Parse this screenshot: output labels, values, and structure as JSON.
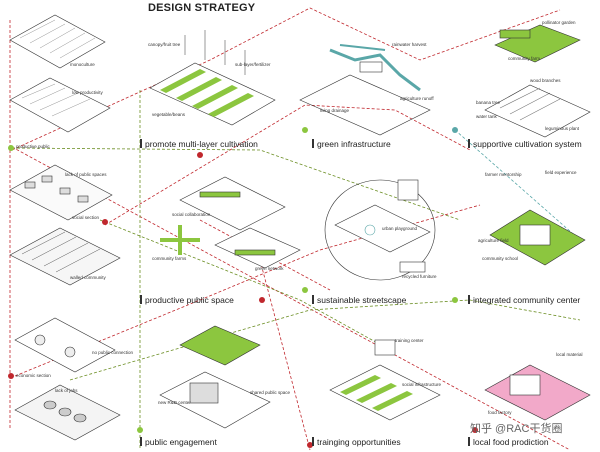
{
  "title": "DESIGN STRATEGY",
  "left_column": [
    {
      "id": "monoculture",
      "label": "monoculture"
    },
    {
      "id": "low-productivity",
      "label": "low productivity"
    },
    {
      "id": "productive-public",
      "label": "productive public"
    },
    {
      "id": "lack-of-public-spaces",
      "label": "lack of public spaces"
    },
    {
      "id": "social-section",
      "label": "social section"
    },
    {
      "id": "walled-community",
      "label": "walled community"
    },
    {
      "id": "no-public-connection",
      "label": "no public connection"
    },
    {
      "id": "economic-section",
      "label": "economic section"
    },
    {
      "id": "lack-of-jobs",
      "label": "lack of jobs"
    }
  ],
  "sections": [
    {
      "id": "promote-multi-layer-cultivation",
      "label": "promote multi-layer cultivation"
    },
    {
      "id": "green-infrastructure",
      "label": "green infrastructure"
    },
    {
      "id": "supportive-cultivation-system",
      "label": "supportive cultivation system"
    },
    {
      "id": "productive-public-space",
      "label": "productive public space"
    },
    {
      "id": "sustainable-streetscape",
      "label": "sustainable streetscape"
    },
    {
      "id": "integrated-community-center",
      "label": "integrated community center"
    },
    {
      "id": "public-engagement",
      "label": "public engagement"
    },
    {
      "id": "trainging-opportunities",
      "label": "trainging opportunities"
    },
    {
      "id": "local-food-prodiction",
      "label": "local food prodiction"
    }
  ],
  "annotations": {
    "canopy_fruit_tree": "canopy/fruit tree",
    "sub_layer_fertilizer": "sub-layer/fertilizer",
    "vegetable_beans": "vegetable/beans",
    "rainwater_harvest": "rainwater harvest",
    "agriculture_runoff": "agriculture runoff",
    "living_drainage": "living drainage",
    "pollinator_garden": "pollinator garden",
    "community_farm": "community farm",
    "wood_branches": "wood branches",
    "banana_tree": "banana tree",
    "water_tank": "water tank",
    "leguminous_plant": "leguminous plant",
    "social_collaboration": "social collaboration",
    "community_farms": "community farms",
    "green_network": "green network",
    "urban_playground": "urban playground",
    "recycled_furniture": "recycled furniture",
    "farmer_mentorship": "farmer mentorship",
    "field_experience": "field experience",
    "agriculture_field": "agriculture field",
    "community_school": "community school",
    "new_rd_center": "new R&D center",
    "shared_public_space": "shared public space",
    "training_center": "training center",
    "social_infrastructure": "social infrastructure",
    "local_material": "local material",
    "food_factory": "food factory"
  },
  "watermark": "知乎 @RAC干货圈",
  "colors": {
    "green": "#8cc63f",
    "teal": "#5aa7a8",
    "red": "#c0272d",
    "line": "#555555",
    "pink": "#f2a9c9",
    "grey": "#888888"
  }
}
